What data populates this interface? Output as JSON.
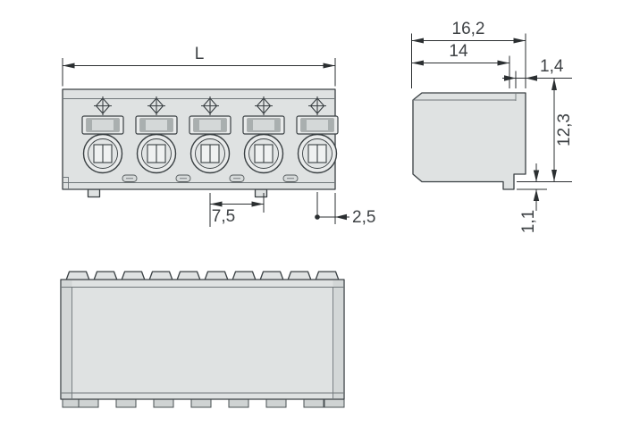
{
  "front_view": {
    "length_label": "L",
    "pitch": "7,5",
    "edge_offset": "2,5",
    "pole_count": 5
  },
  "side_view": {
    "total_depth": "16,2",
    "depth": "14",
    "lip": "1,4",
    "height": "12,3",
    "pin_height": "1,1"
  },
  "colors": {
    "background": "#ffffff",
    "body_fill": "#dfe2e2",
    "body_shade": "#d3d7d7",
    "line": "#3a4043",
    "line_soft": "#70777a",
    "dim": "#2b2f31",
    "text": "#3e4245"
  }
}
